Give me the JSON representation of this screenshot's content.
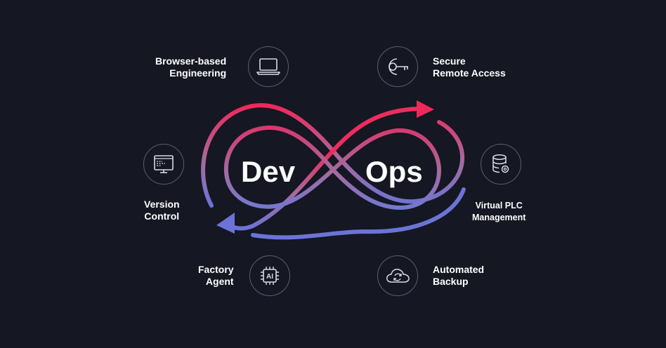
{
  "center": {
    "left_word": "Dev",
    "right_word": "Ops"
  },
  "colors": {
    "background": "#151722",
    "loop_pink": "#f0285a",
    "loop_mauve": "#a66a9e",
    "loop_blue": "#6b74d6",
    "icon_ring": "#5a5e74"
  },
  "features": [
    {
      "label_line1": "Browser-based",
      "label_line2": "Engineering",
      "icon": "laptop-icon"
    },
    {
      "label_line1": "Secure",
      "label_line2": "Remote Access",
      "icon": "key-icon"
    },
    {
      "label_line1": "Version",
      "label_line2": "Control",
      "icon": "code-window-icon"
    },
    {
      "label_line1": "Virtual PLC",
      "label_line2": "Management",
      "icon": "database-gear-icon"
    },
    {
      "label_line1": "Factory",
      "label_line2": "Agent",
      "icon": "ai-chip-icon",
      "icon_text": "AI"
    },
    {
      "label_line1": "Automated",
      "label_line2": "Backup",
      "icon": "cloud-sync-icon"
    }
  ]
}
